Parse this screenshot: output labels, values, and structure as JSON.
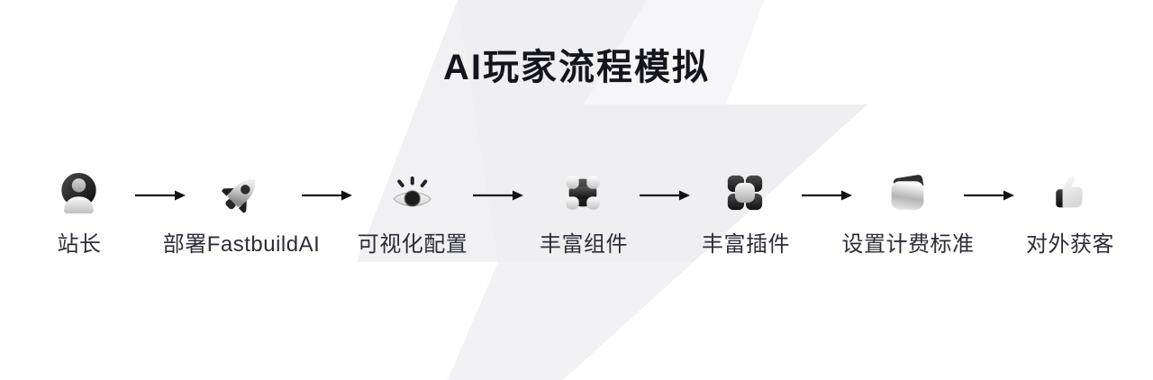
{
  "title": "AI玩家流程模拟",
  "flow": {
    "steps": [
      {
        "label": "站长",
        "icon": "user-icon"
      },
      {
        "label": "部署FastbuildAI",
        "icon": "rocket-icon"
      },
      {
        "label": "可视化配置",
        "icon": "eye-icon"
      },
      {
        "label": "丰富组件",
        "icon": "components-icon"
      },
      {
        "label": "丰富插件",
        "icon": "plugins-icon"
      },
      {
        "label": "设置计费标准",
        "icon": "billing-icon"
      },
      {
        "label": "对外获客",
        "icon": "thumbs-up-icon"
      }
    ],
    "connector_icon": "arrow-right-icon"
  },
  "colors": {
    "background": "#ffffff",
    "bolt_gray": "#efeff2",
    "title_text": "#15151d",
    "label_text": "#2d2d38",
    "arrow": "#121212",
    "icon_dark": "#1a1a1a",
    "icon_light": "#d9d9d9"
  }
}
